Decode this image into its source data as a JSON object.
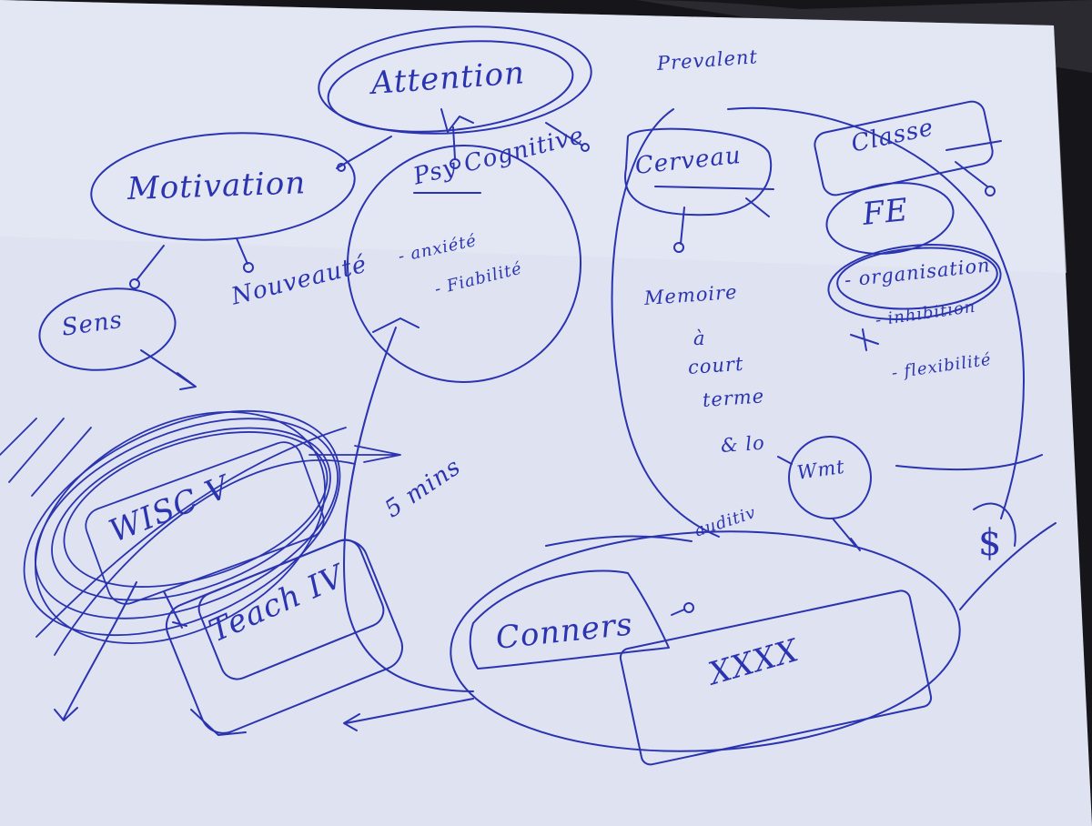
{
  "colors": {
    "ink": "#2b34b0",
    "paper": "#dfe3f1",
    "background": "#16161a"
  },
  "labels": {
    "attention": "Attention",
    "motivation": "Motivation",
    "sens": "Sens",
    "nouveaute": "Nouveauté",
    "psy_cognitive": "Psy Cognitive",
    "psy_cognitive_item1": "- anxiété",
    "psy_cognitive_item2": "- Fiabilité",
    "prevalent": "Prevalent",
    "cerveau": "Cerveau",
    "memoire_1": "Memoire",
    "memoire_2": "à",
    "memoire_3": "court",
    "memoire_4": "terme",
    "memoire_5": "& lo",
    "memoire_6": "auditiv",
    "wmt": "Wmt",
    "classe": "Classe",
    "fe": "FE",
    "fe_item1": "- organisation",
    "fe_item2": "- inhibition",
    "fe_item3": "- flexibilité",
    "wisc": "WISC V",
    "teach": "Teach IV",
    "five_minutes": "5 mins",
    "conners": "Conners",
    "xxxx": "XXXX",
    "dollar": "$"
  }
}
